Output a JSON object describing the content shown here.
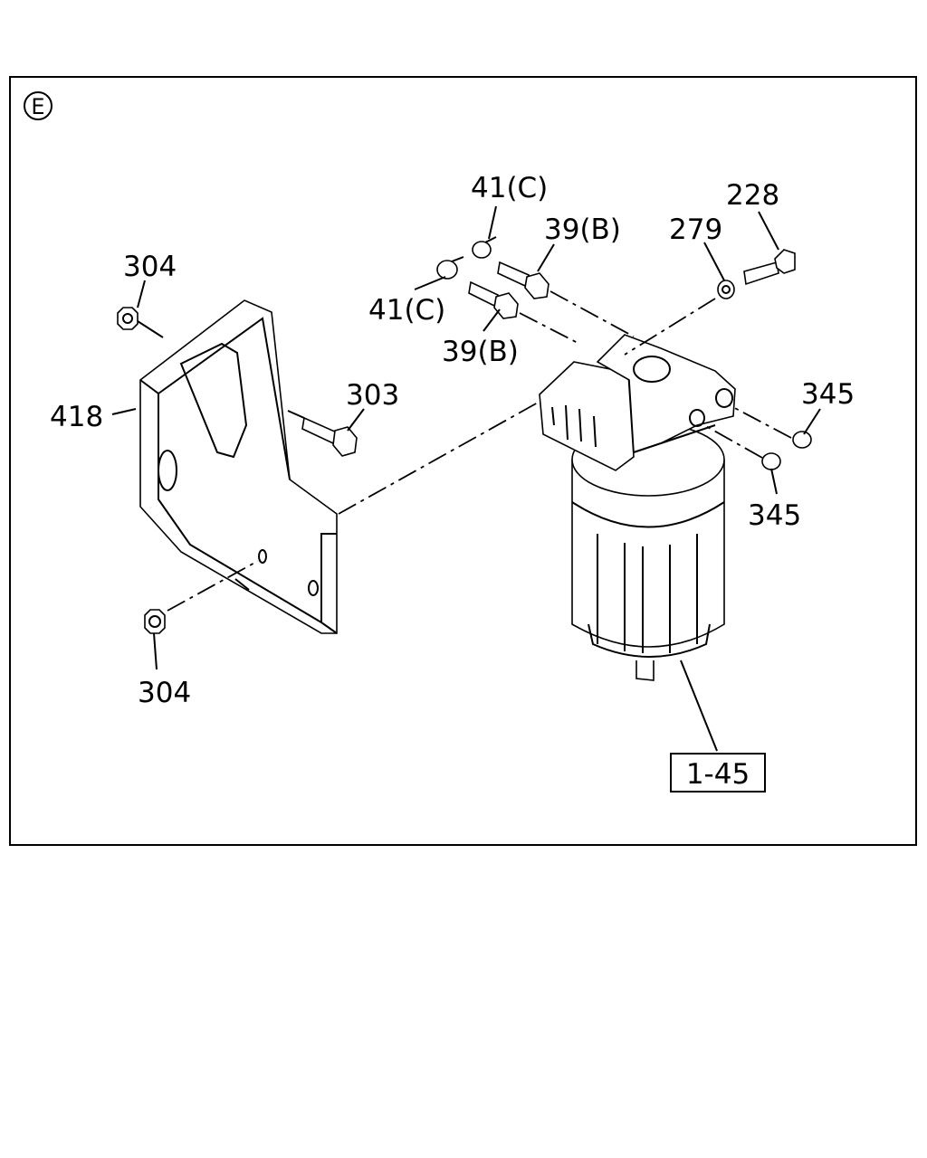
{
  "view_marker": "E",
  "callouts": {
    "c304_top": "304",
    "c418": "418",
    "c303": "303",
    "c304_bottom": "304",
    "c41c_upper": "41(C)",
    "c41c_lower": "41(C)",
    "c39b_upper": "39(B)",
    "c39b_lower": "39(B)",
    "c279": "279",
    "c228": "228",
    "c345_upper": "345",
    "c345_lower": "345",
    "c1_45": "1-45"
  }
}
